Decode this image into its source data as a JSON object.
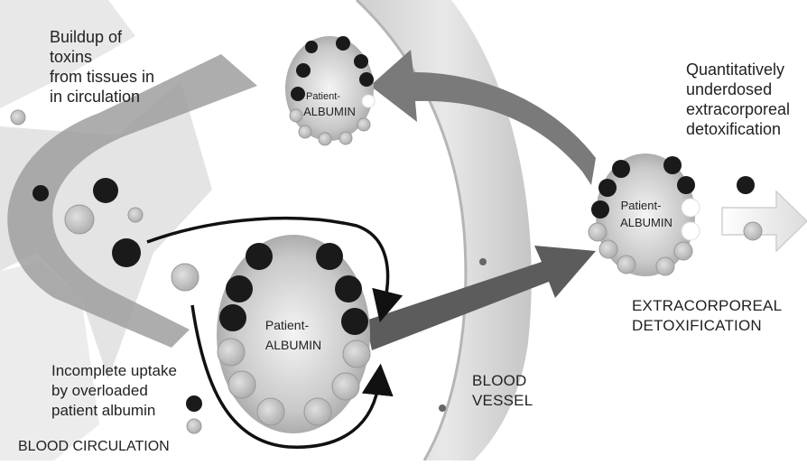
{
  "labels": {
    "buildup": "Buildup of\ntoxins\nfrom tissues in\nin circulation",
    "underdosed": "Quantitatively\nunderdosed\nextracorporeal\ndetoxification",
    "extracorporeal": "EXTRACORPOREAL\nDETOXIFICATION",
    "incomplete": "Incomplete uptake\nby overloaded\npatient albumin",
    "blood_vessel": "BLOOD\nVESSEL",
    "blood_circulation": "BLOOD CIRCULATION"
  },
  "albumins": {
    "top": {
      "line1": "Patient-",
      "line2": "ALBUMIN"
    },
    "center": {
      "line1": "Patient-",
      "line2": "ALBUMIN"
    },
    "right": {
      "line1": "Patient-",
      "line2": "ALBUMIN"
    }
  },
  "colors": {
    "toxin": "#1a1a1a",
    "empty_site": "#c8c8c8",
    "albumin_gradient_center": "#f2f2f2",
    "albumin_gradient_edge": "#9a9a9a",
    "dark_arrow": "#6e6e6e",
    "light_arrow": "#bdbdbd"
  }
}
